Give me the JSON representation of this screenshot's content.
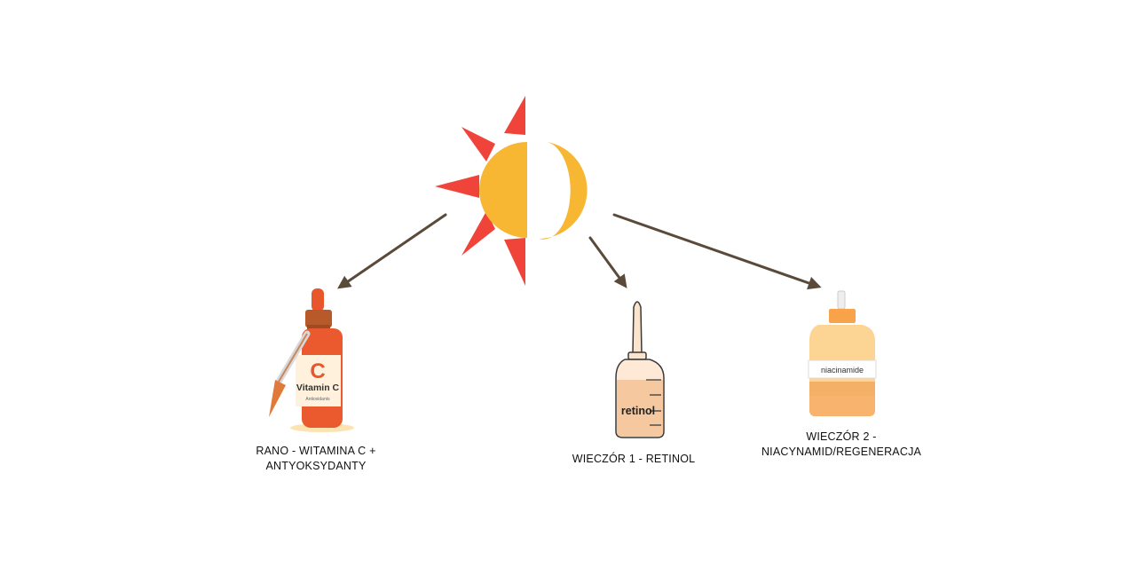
{
  "diagram": {
    "center_symbol": "sun-moon-icon",
    "colors": {
      "sun": "#f7b733",
      "rays": "#f0443b",
      "arrow": "#5a4a3a",
      "vitamin_c_bottle": "#ea5a2e",
      "retinol_bottle": "#f8dcc2",
      "niacinamide_bottle": "#fcd493"
    },
    "items": [
      {
        "icon": "vitamin-c-bottle-icon",
        "bottle_label": "Vitamin C",
        "bottle_letter": "C",
        "bottle_sublabel": "Antioxidants",
        "caption_lines": [
          "RANO - WITAMINA C +",
          "ANTYOKSYDANTY"
        ]
      },
      {
        "icon": "retinol-bottle-icon",
        "bottle_label": "retinol",
        "caption_lines": [
          "WIECZÓR 1 - RETINOL"
        ]
      },
      {
        "icon": "niacinamide-bottle-icon",
        "bottle_label": "niacinamide",
        "caption_lines": [
          "WIECZÓR 2 -",
          "NIACYNAMID/REGENERACJA"
        ]
      }
    ]
  }
}
